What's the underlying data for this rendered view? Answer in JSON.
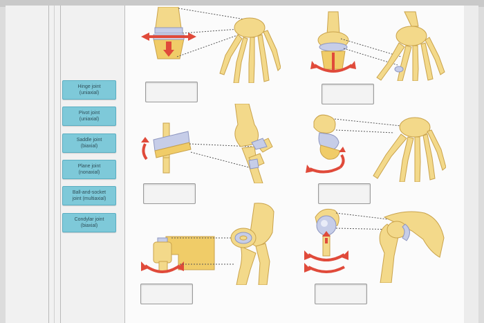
{
  "labels": [
    {
      "name": "Hinge joint",
      "axis": "(uniaxial)"
    },
    {
      "name": "Pivot joint",
      "axis": "(uniaxial)"
    },
    {
      "name": "Saddle joint",
      "axis": "(biaxial)"
    },
    {
      "name": "Plane joint",
      "axis": "(nonaxial)"
    },
    {
      "name": "Ball-and-socket",
      "axis": "joint (multiaxial)"
    },
    {
      "name": "Condylar joint",
      "axis": "(biaxial)"
    }
  ],
  "drop_targets": [
    "",
    "",
    "",
    "",
    "",
    ""
  ],
  "colors": {
    "bone": "#f3d98a",
    "bone_edge": "#c9a24a",
    "cartilage": "#c6cde8",
    "arrow": "#e04a3a",
    "label_bg": "#7ec9d9"
  },
  "illustrations": [
    "hinge-joint-hand-icon",
    "condylar-joint-hand-icon",
    "plane-joint-elbow-icon",
    "saddle-joint-hand-icon",
    "pivot-joint-elbow-icon",
    "ball-and-socket-shoulder-icon"
  ]
}
